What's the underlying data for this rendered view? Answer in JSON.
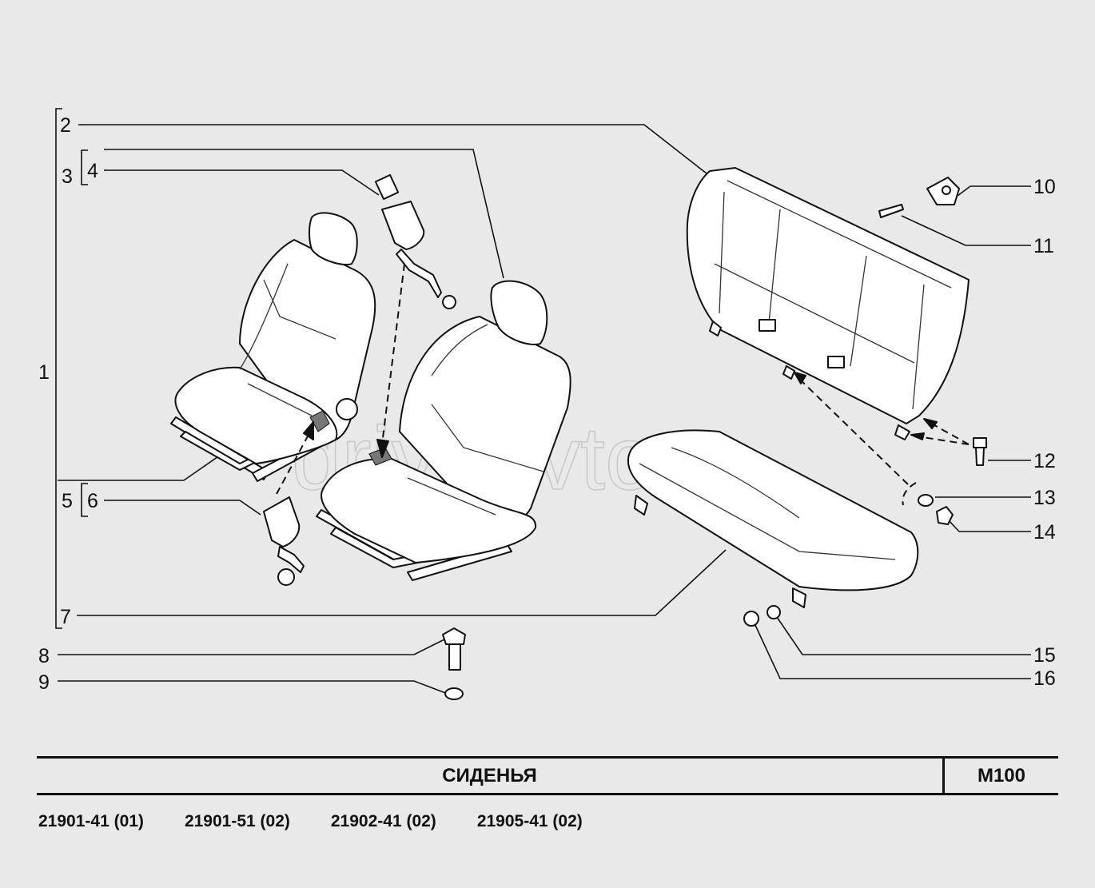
{
  "diagram": {
    "callouts": [
      "1",
      "2",
      "3",
      "4",
      "5",
      "6",
      "7",
      "8",
      "9",
      "10",
      "11",
      "12",
      "13",
      "14",
      "15",
      "16"
    ],
    "watermark": "driveavto"
  },
  "titleblock": {
    "title": "СИДЕНЬЯ",
    "code": "M100"
  },
  "models": [
    "21901-41 (01)",
    "21901-51 (02)",
    "21902-41 (02)",
    "21905-41 (02)"
  ]
}
